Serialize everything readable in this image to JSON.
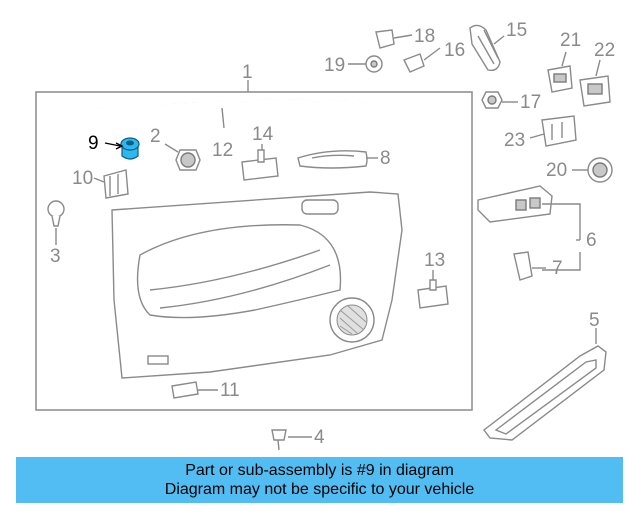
{
  "diagram": {
    "highlight_color": "#2fb7ef",
    "part_numbers": [
      "1",
      "2",
      "3",
      "4",
      "5",
      "6",
      "7",
      "8",
      "9",
      "10",
      "11",
      "12",
      "13",
      "14",
      "15",
      "16",
      "17",
      "18",
      "19",
      "20",
      "21",
      "22",
      "23"
    ],
    "highlighted_part": "9"
  },
  "banner": {
    "line1": "Part or sub-assembly is #9 in diagram",
    "line2": "Diagram may not be specific to your vehicle",
    "background": "#52bdf2"
  }
}
